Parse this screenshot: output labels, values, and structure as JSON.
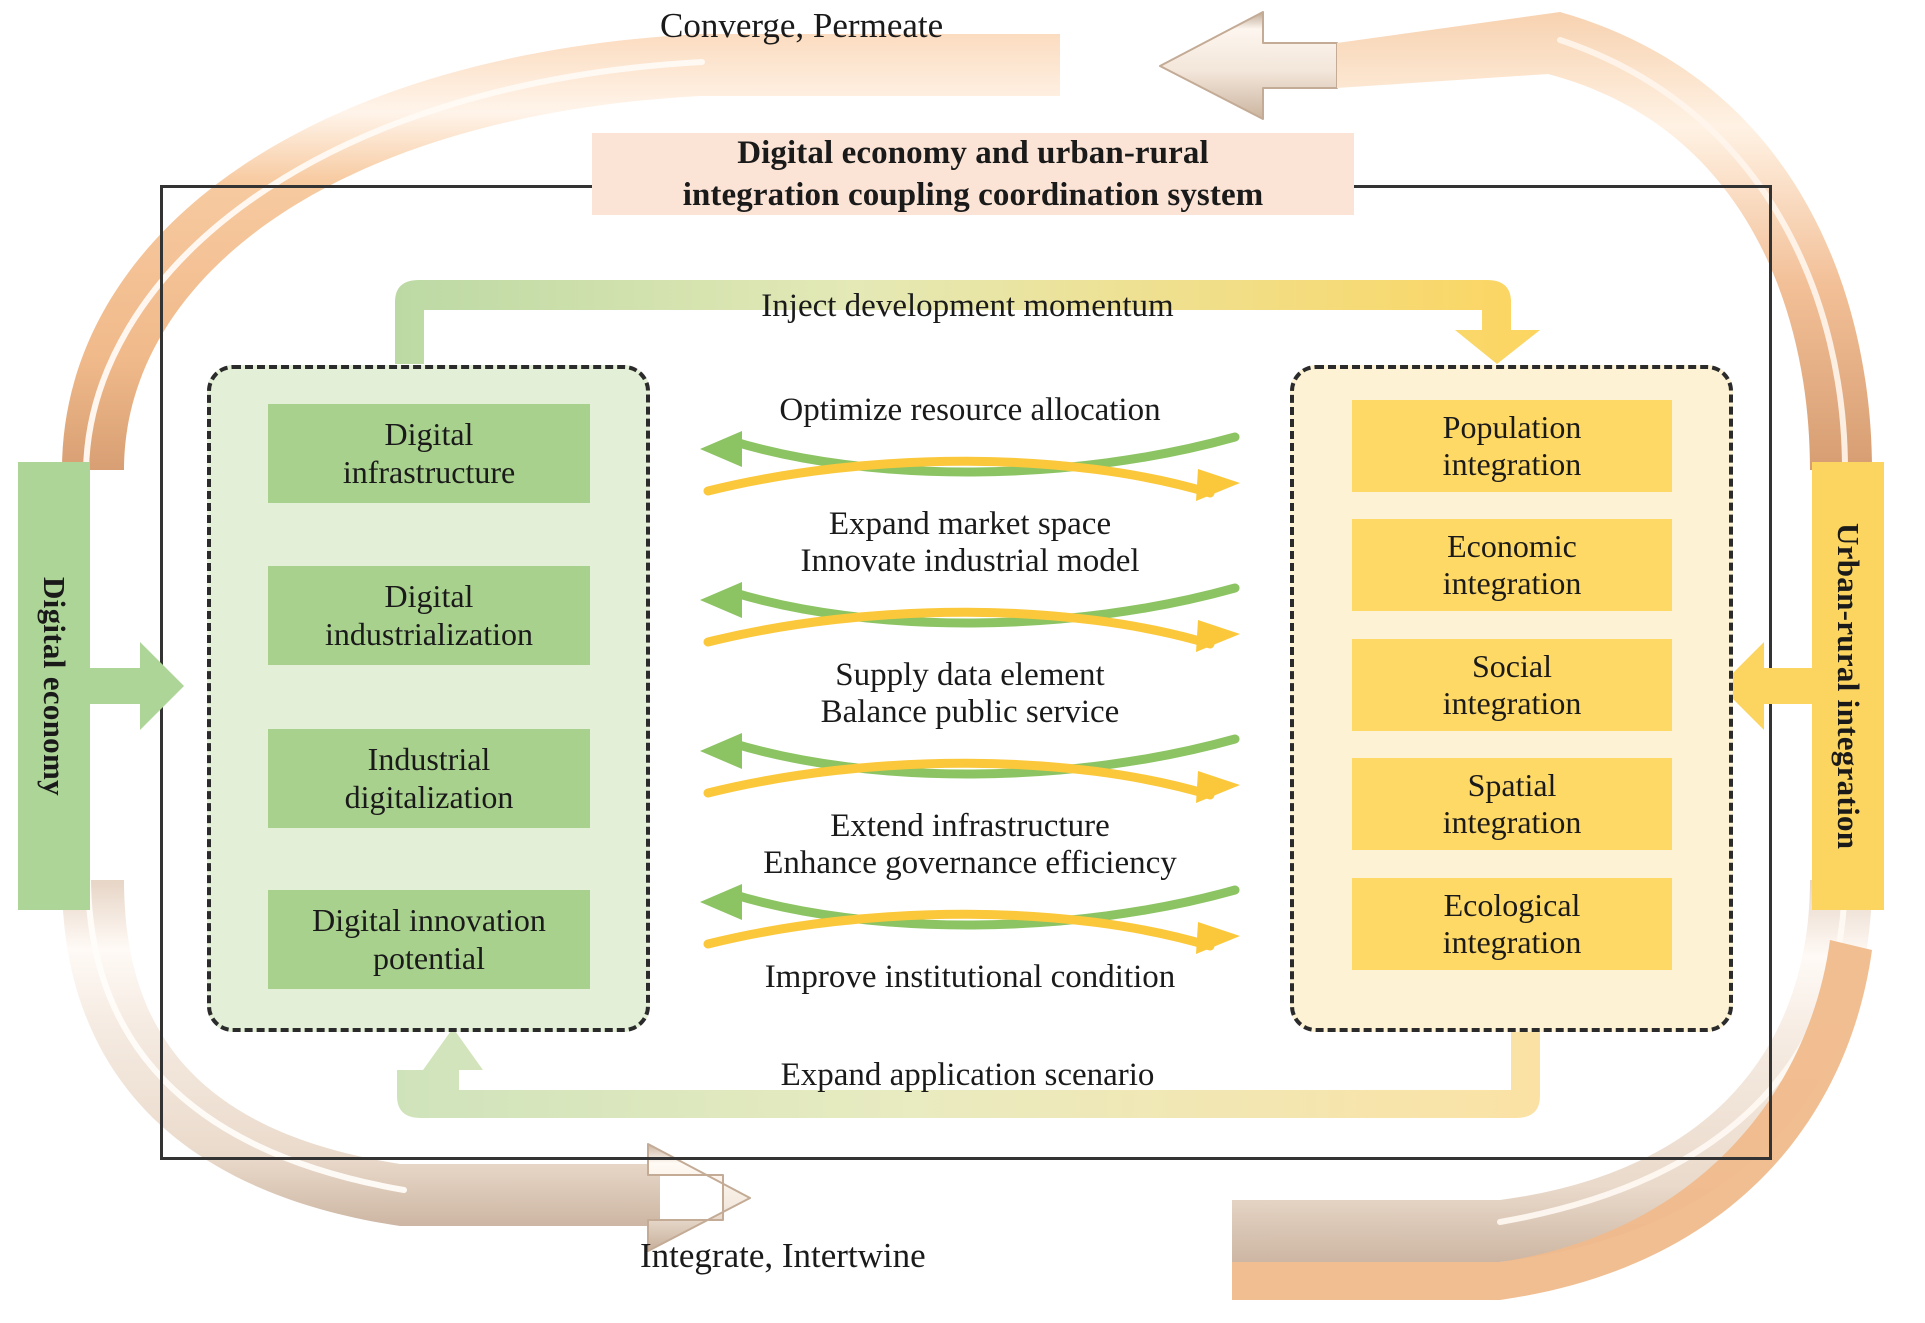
{
  "title": {
    "line1": "Digital economy and urban-rural",
    "line2": "integration coupling coordination system",
    "bg": "#fbe4d5"
  },
  "pillars": {
    "left": {
      "label": "Digital economy",
      "color": "#aed598"
    },
    "right": {
      "label": "Urban-rural integration",
      "color": "#fcd560"
    }
  },
  "digital_economy": {
    "group_bg": "#e3f0d7",
    "item_color": "#a9d18e",
    "items": [
      {
        "line1": "Digital",
        "line2": "infrastructure"
      },
      {
        "line1": "Digital",
        "line2": "industrialization"
      },
      {
        "line1": "Industrial",
        "line2": "digitalization"
      },
      {
        "line1": "Digital innovation",
        "line2": "potential"
      }
    ]
  },
  "urban_rural_integration": {
    "group_bg": "#fdf3d4",
    "item_color": "#ffd965",
    "items": [
      {
        "line1": "Population",
        "line2": "integration"
      },
      {
        "line1": "Economic",
        "line2": "integration"
      },
      {
        "line1": "Social",
        "line2": "integration"
      },
      {
        "line1": "Spatial",
        "line2": "integration"
      },
      {
        "line1": "Ecological",
        "line2": "integration"
      }
    ]
  },
  "bands": {
    "top": {
      "label": "Inject development momentum",
      "from": "#bcd9a4",
      "to": "#fcd560"
    },
    "bottom": {
      "label": "Expand application scenario",
      "from": "#cfe3bb",
      "to": "#fbe2a4"
    }
  },
  "center_exchange": {
    "green_color": "#8cc463",
    "yellow_color": "#fbc83c",
    "rows": [
      {
        "above": "Optimize resource allocation",
        "below_1": "Expand market space"
      },
      {
        "above": "Innovate industrial model",
        "below_1": "Supply data element"
      },
      {
        "above": "Balance public service",
        "below_1": "Extend infrastructure"
      },
      {
        "above": "Enhance governance efficiency",
        "below_1": "Improve institutional condition"
      }
    ],
    "labels_in_order": [
      "Optimize resource allocation",
      "Expand market space",
      "Innovate industrial model",
      "Supply data element",
      "Balance public service",
      "Extend infrastructure",
      "Enhance governance efficiency",
      "Improve institutional condition"
    ]
  },
  "ring": {
    "caption_top": "Converge, Permeate",
    "caption_bottom": "Integrate, Intertwine",
    "band_color_top": "#f7cfa8",
    "band_color_bottom": "#f3e3d5"
  }
}
